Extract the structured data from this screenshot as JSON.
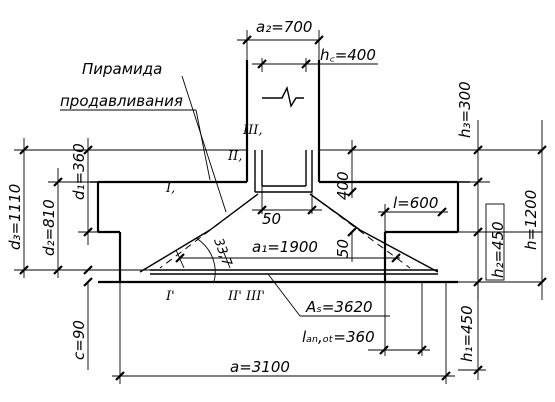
{
  "title": {
    "line1": "Пирамида",
    "line2": "продавливания"
  },
  "dimensions": {
    "a2": "a₂=700",
    "hc": "h꜀=400",
    "h3": "h₃=300",
    "d1": "d₁=360",
    "d2": "d₂=810",
    "d3": "d₃=1110",
    "c": "c=90",
    "val400": "400",
    "val50a": "50",
    "val50b": "50",
    "l": "l=600",
    "a1": "a₁=1900",
    "h": "h=1200",
    "h2": "h₂=450",
    "h1": "h₁=450",
    "As": "Aₛ=3620",
    "lan": "lₐₙ,ₒₜ=360",
    "a": "a=3100",
    "angle": "33,7"
  },
  "sections": {
    "III": "III,",
    "II": "II,",
    "I": "I,",
    "Ip": "I'",
    "IIp_IIIp": "II' III'"
  }
}
